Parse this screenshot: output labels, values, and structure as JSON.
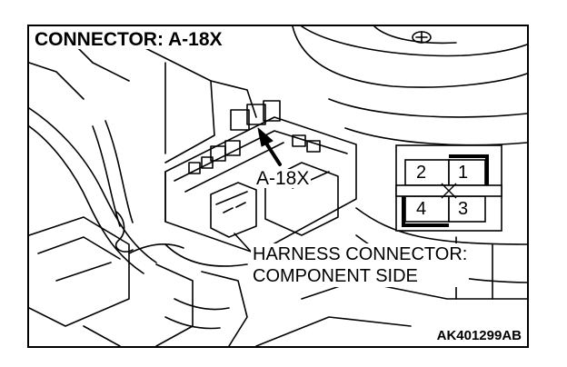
{
  "figure": {
    "title": "CONNECTOR: A-18X",
    "callout_label": "A-18X",
    "side_note_line1": "HARNESS CONNECTOR:",
    "side_note_line2": "COMPONENT SIDE",
    "figure_code": "AK401299AB",
    "connector_pins": [
      "2",
      "1",
      "4",
      "3"
    ]
  }
}
